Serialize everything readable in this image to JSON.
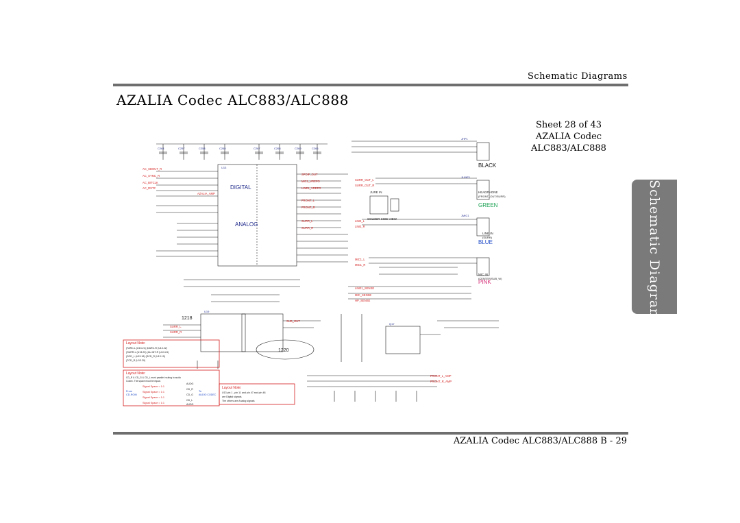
{
  "header": {
    "section_title": "Schematic  Diagrams"
  },
  "page_title": "AZALIA Codec ALC883/ALC888",
  "sheet_info": {
    "sheet": "Sheet 28 of 43",
    "name": "AZALIA Codec",
    "part": "ALC883/ALC888"
  },
  "side_tab": "B.Schematic Diagrams",
  "footer": "AZALIA Codec ALC883/ALC888 B  -  29",
  "schematic": {
    "block_digital": "DIGITAL",
    "block_analog": "ANALOG",
    "amp_ref_1": "1218",
    "amp_ref_2": "1220",
    "jack_colors": {
      "black": "BLACK",
      "green": "GREEN",
      "blue": "BLUE",
      "pink": "PINK"
    },
    "jack_labels": {
      "headphone": "HEADPHONE",
      "headphone_sub": "(FRONT_OUT/SURR)",
      "line_in": "LINE IN",
      "line_in_sub": "(SURR)",
      "mic_in": "MIC IN",
      "mic_in_sub": "(CENTER/SUB_W)",
      "jure_in": "JURE IN",
      "solder_side_view": "SOLDER SIDE VIEW"
    },
    "layout_note_1": {
      "title": "Layout Note:",
      "lines": [
        "(FARC-L  (U13.21)  (DARC-R  (U13.22)",
        "(SURR-L (U13.23)  (AU-INT-R (U13.24)",
        "(SCD_L   (U13.18)  (SCD_R   (U13.19)",
        "(TCD_R  (U13.20)"
      ]
    },
    "layout_note_2": {
      "title": "Layout Note:",
      "lines": [
        "CD_R & CD_G & CD_L must parallel routing to audio",
        "Codec. The space must be equal."
      ],
      "signals": [
        "Signal Space = 1:1",
        "Signal Space = 1:1",
        "Signal Space = 1:1",
        "Signal Space = 1:1"
      ],
      "pins": [
        "AUDG",
        "CD_R",
        "CD_G",
        "CD_L",
        "AUDG"
      ],
      "from_label": "From",
      "from_src": "CD-ROM",
      "to_label": "To",
      "to_dst": "AUDIO CODEC"
    },
    "layout_note_3": {
      "title": "Layout Note:",
      "lines": [
        "U13 pin 1 , pin 11 and pin 47 and pin 48",
        "are Digital signals.",
        "The others are Analog signals"
      ]
    },
    "colors": {
      "wire": "#1a1a1a",
      "net_label": "#d41c1c",
      "component": "#1f2a8a",
      "green_label": "#18a050",
      "blue_label": "#1d49c7",
      "pink_label": "#d8307a",
      "note_border": "#d41c1c",
      "tab_bg": "#7a7a7a"
    }
  }
}
